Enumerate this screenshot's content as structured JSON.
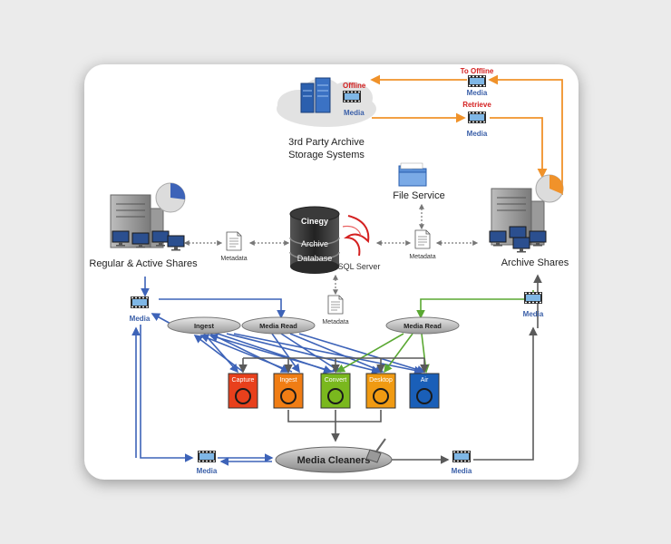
{
  "nodes": {
    "archive_storage": {
      "line1": "3rd Party Archive",
      "line2": "Storage Systems"
    },
    "offline_label": "Offline",
    "offline_media": "Media",
    "to_offline_label": "To Offline",
    "to_offline_media": "Media",
    "retrieve_label": "Retrieve",
    "retrieve_media": "Media",
    "file_service": "File Service",
    "regular_shares": "Regular & Active Shares",
    "archive_shares": "Archive Shares",
    "database": {
      "brand": "Cinegy",
      "line1": "Archive",
      "line2": "Database"
    },
    "sql_server": "SQL Server",
    "metadata_left": "Metadata",
    "metadata_right": "Metadata",
    "metadata_center": "Metadata",
    "media_left_top": "Media",
    "media_right_top": "Media",
    "media_bottom_left": "Media",
    "media_bottom_right": "Media",
    "ingest_pill": "Ingest",
    "media_read_pill_left": "Media Read",
    "media_read_pill_right": "Media Read",
    "media_cleaners": "Media Cleaners"
  },
  "tools": [
    {
      "label": "Capture",
      "color": "#e8401c"
    },
    {
      "label": "Ingest",
      "color": "#f07d14"
    },
    {
      "label": "Convert",
      "color": "#7ab81e"
    },
    {
      "label": "Desktop",
      "color": "#f09a12"
    },
    {
      "label": "Air",
      "color": "#1a5fb8"
    }
  ],
  "colors": {
    "blue_flow": "#3d63b8",
    "green_flow": "#5aa832",
    "orange_flow": "#f0922a",
    "gray_flow": "#5a5a5a"
  }
}
